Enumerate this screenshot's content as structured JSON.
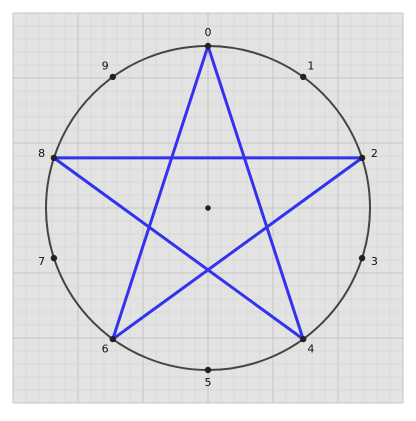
{
  "diagram": {
    "point_count": 10,
    "labels": [
      "0",
      "1",
      "2",
      "3",
      "4",
      "5",
      "6",
      "7",
      "8",
      "9"
    ],
    "star_sequence": [
      0,
      4,
      8,
      2,
      6,
      0
    ],
    "show_center": true,
    "colors": {
      "background": "#e3e3e3",
      "grid_minor": "#d4d4d4",
      "grid_major": "#c4c4c4",
      "circle": "#444444",
      "points": "#222222",
      "star": "#3333ee"
    }
  }
}
